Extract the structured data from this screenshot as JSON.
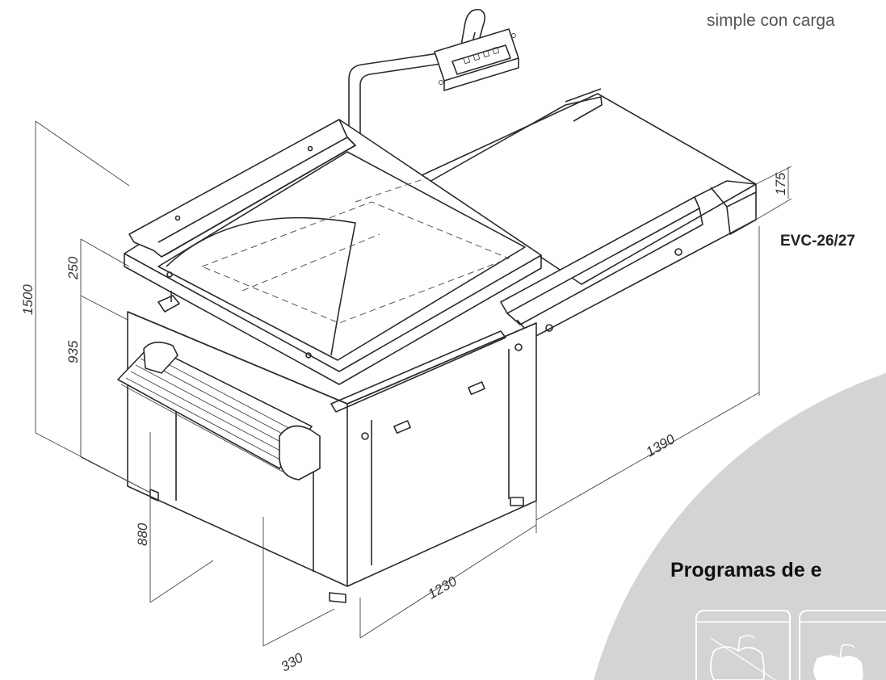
{
  "header": {
    "text": "simple con carga"
  },
  "model_label": "EVC-26/27",
  "programs_heading": "Programas de e",
  "dimensions": {
    "total_height": "1500",
    "lid_height": "250",
    "table_height": "935",
    "conveyor_height": "175",
    "total_length": "1390",
    "width": "1230",
    "depth_step": "880",
    "foot_offset": "330"
  },
  "colors": {
    "panel_gray": "#d4d4d4",
    "line": "#2b2b2b"
  },
  "icons": [
    "vacuum-bag-apple-icon",
    "vacuum-bag-apple-simple-icon"
  ]
}
